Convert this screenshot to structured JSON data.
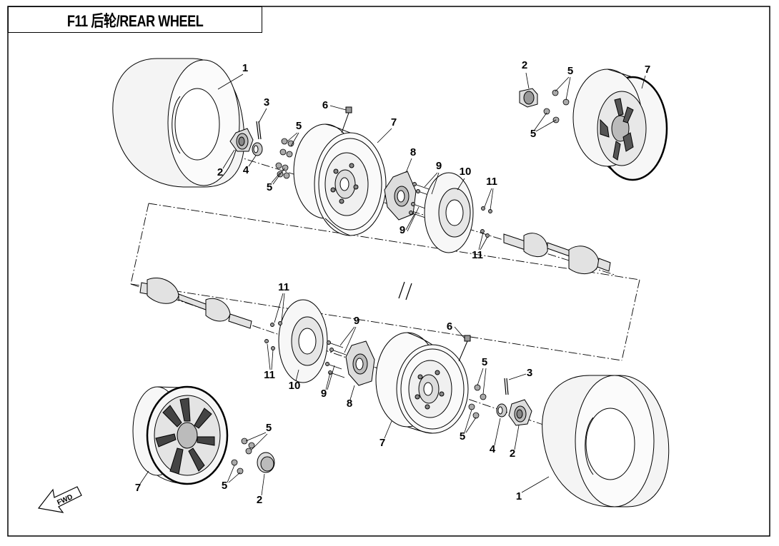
{
  "title": "F11 后轮/REAR WHEEL",
  "fwd_label": "FWD",
  "colors": {
    "line": "#000000",
    "tire_fill": "#f4f4f4",
    "background": "#ffffff"
  },
  "callouts": [
    {
      "id": "c1a",
      "label": "1"
    },
    {
      "id": "c1b",
      "label": "1"
    },
    {
      "id": "c2a",
      "label": "2"
    },
    {
      "id": "c2b",
      "label": "2"
    },
    {
      "id": "c2c",
      "label": "2"
    },
    {
      "id": "c2d",
      "label": "2"
    },
    {
      "id": "c3a",
      "label": "3"
    },
    {
      "id": "c3b",
      "label": "3"
    },
    {
      "id": "c4a",
      "label": "4"
    },
    {
      "id": "c4b",
      "label": "4"
    },
    {
      "id": "c5a",
      "label": "5"
    },
    {
      "id": "c5b",
      "label": "5"
    },
    {
      "id": "c5c",
      "label": "5"
    },
    {
      "id": "c5d",
      "label": "5"
    },
    {
      "id": "c5e",
      "label": "5"
    },
    {
      "id": "c5f",
      "label": "5"
    },
    {
      "id": "c5g",
      "label": "5"
    },
    {
      "id": "c5h",
      "label": "5"
    },
    {
      "id": "c6a",
      "label": "6"
    },
    {
      "id": "c6b",
      "label": "6"
    },
    {
      "id": "c7a",
      "label": "7"
    },
    {
      "id": "c7b",
      "label": "7"
    },
    {
      "id": "c7c",
      "label": "7"
    },
    {
      "id": "c7d",
      "label": "7"
    },
    {
      "id": "c8a",
      "label": "8"
    },
    {
      "id": "c8b",
      "label": "8"
    },
    {
      "id": "c9a",
      "label": "9"
    },
    {
      "id": "c9b",
      "label": "9"
    },
    {
      "id": "c9c",
      "label": "9"
    },
    {
      "id": "c9d",
      "label": "9"
    },
    {
      "id": "c10a",
      "label": "10"
    },
    {
      "id": "c10b",
      "label": "10"
    },
    {
      "id": "c11a",
      "label": "11"
    },
    {
      "id": "c11b",
      "label": "11"
    },
    {
      "id": "c11c",
      "label": "11"
    },
    {
      "id": "c11d",
      "label": "11"
    }
  ]
}
